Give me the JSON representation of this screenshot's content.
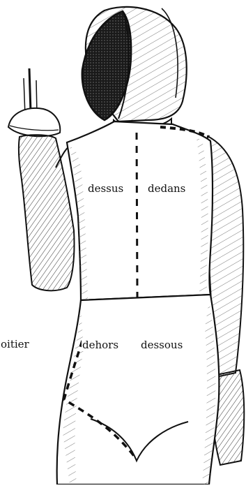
{
  "labels": {
    "dessus": "dessus",
    "dedans": "dedans",
    "dehors": "dehors",
    "dessous": "dessous",
    "left_partial": "oitier"
  }
}
